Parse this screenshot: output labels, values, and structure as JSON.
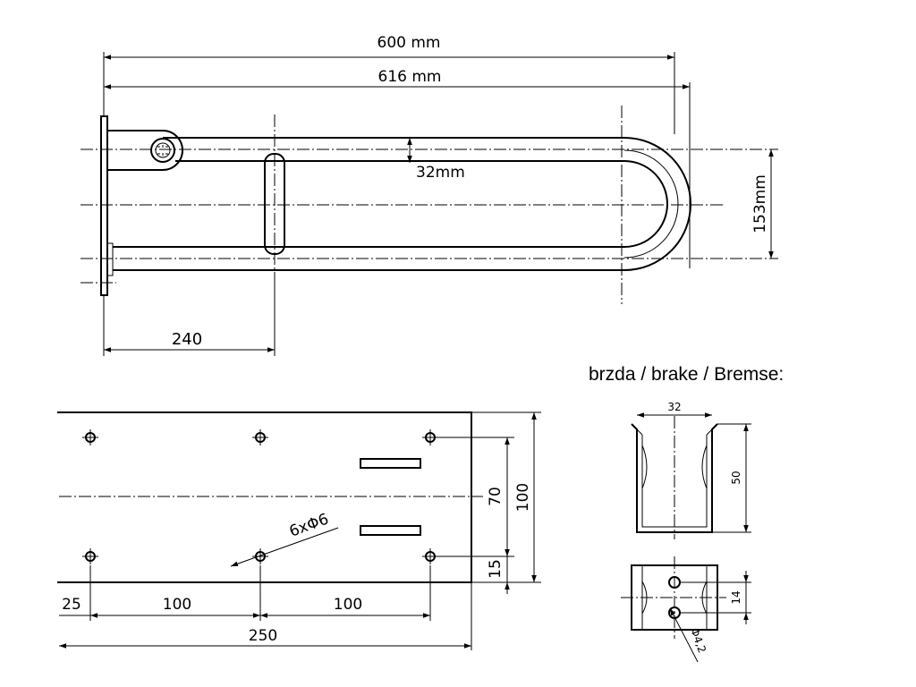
{
  "top_view": {
    "dim_600": "600 mm",
    "dim_616": "616 mm",
    "dim_32": "32mm",
    "dim_153": "153mm",
    "dim_240": "240"
  },
  "brake_title": "brzda / brake / Bremse:",
  "plate_view": {
    "dim_70": "70",
    "dim_100_vertical": "100",
    "dim_15": "15",
    "holes_label": "6xΦ6",
    "dim_25": "25",
    "dim_100_left": "100",
    "dim_100_right": "100",
    "dim_250": "250"
  },
  "brake_view": {
    "dim_32": "32",
    "dim_50": "50",
    "dim_14": "14",
    "hole_label": "Φ4,2"
  }
}
